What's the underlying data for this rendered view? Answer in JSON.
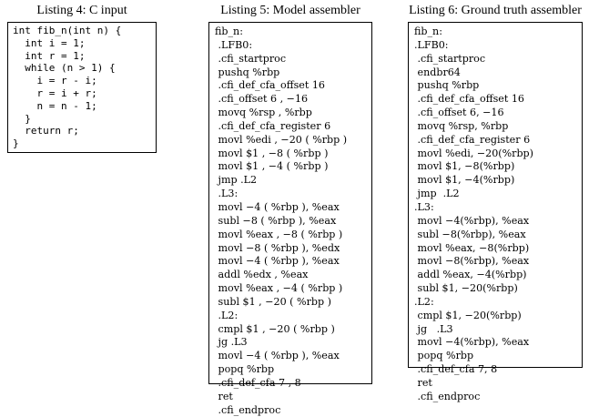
{
  "listings": [
    {
      "caption": "Listing 4: C input",
      "lines": [
        "int fib_n(int n) {",
        "  int i = 1;",
        "  int r = 1;",
        "  while (n > 1) {",
        "    i = r - i;",
        "    r = i + r;",
        "    n = n - 1;",
        "  }",
        "  return r;",
        "}"
      ]
    },
    {
      "caption": "Listing 5: Model assembler",
      "lines": [
        "fib_n:",
        " .LFB0:",
        " .cfi_startproc",
        " pushq %rbp",
        " .cfi_def_cfa_offset 16",
        " .cfi_offset 6 , −16",
        " movq %rsp , %rbp",
        " .cfi_def_cfa_register 6",
        " movl %edi , −20 ( %rbp )",
        " movl $1 , −8 ( %rbp )",
        " movl $1 , −4 ( %rbp )",
        " jmp .L2",
        " .L3:",
        " movl −4 ( %rbp ), %eax",
        " subl −8 ( %rbp ), %eax",
        " movl %eax , −8 ( %rbp )",
        " movl −8 ( %rbp ), %edx",
        " movl −4 ( %rbp ), %eax",
        " addl %edx , %eax",
        " movl %eax , −4 ( %rbp )",
        " subl $1 , −20 ( %rbp )",
        " .L2:",
        " cmpl $1 , −20 ( %rbp )",
        " jg .L3",
        " movl −4 ( %rbp ), %eax",
        " popq %rbp",
        " .cfi_def_cfa 7 , 8",
        " ret",
        " .cfi_endproc"
      ]
    },
    {
      "caption": "Listing 6: Ground truth assembler",
      "lines": [
        "fib_n:",
        ".LFB0:",
        " .cfi_startproc",
        " endbr64",
        " pushq %rbp",
        " .cfi_def_cfa_offset 16",
        " .cfi_offset 6, −16",
        " movq %rsp, %rbp",
        " .cfi_def_cfa_register 6",
        " movl %edi, −20(%rbp)",
        " movl $1, −8(%rbp)",
        " movl $1, −4(%rbp)",
        " jmp  .L2",
        ".L3:",
        " movl −4(%rbp), %eax",
        " subl −8(%rbp), %eax",
        " movl %eax, −8(%rbp)",
        " movl −8(%rbp), %eax",
        " addl %eax, −4(%rbp)",
        " subl $1, −20(%rbp)",
        ".L2:",
        " cmpl $1, −20(%rbp)",
        " jg   .L3",
        " movl −4(%rbp), %eax",
        " popq %rbp",
        " .cfi_def_cfa 7, 8",
        " ret",
        " .cfi_endproc"
      ]
    }
  ]
}
